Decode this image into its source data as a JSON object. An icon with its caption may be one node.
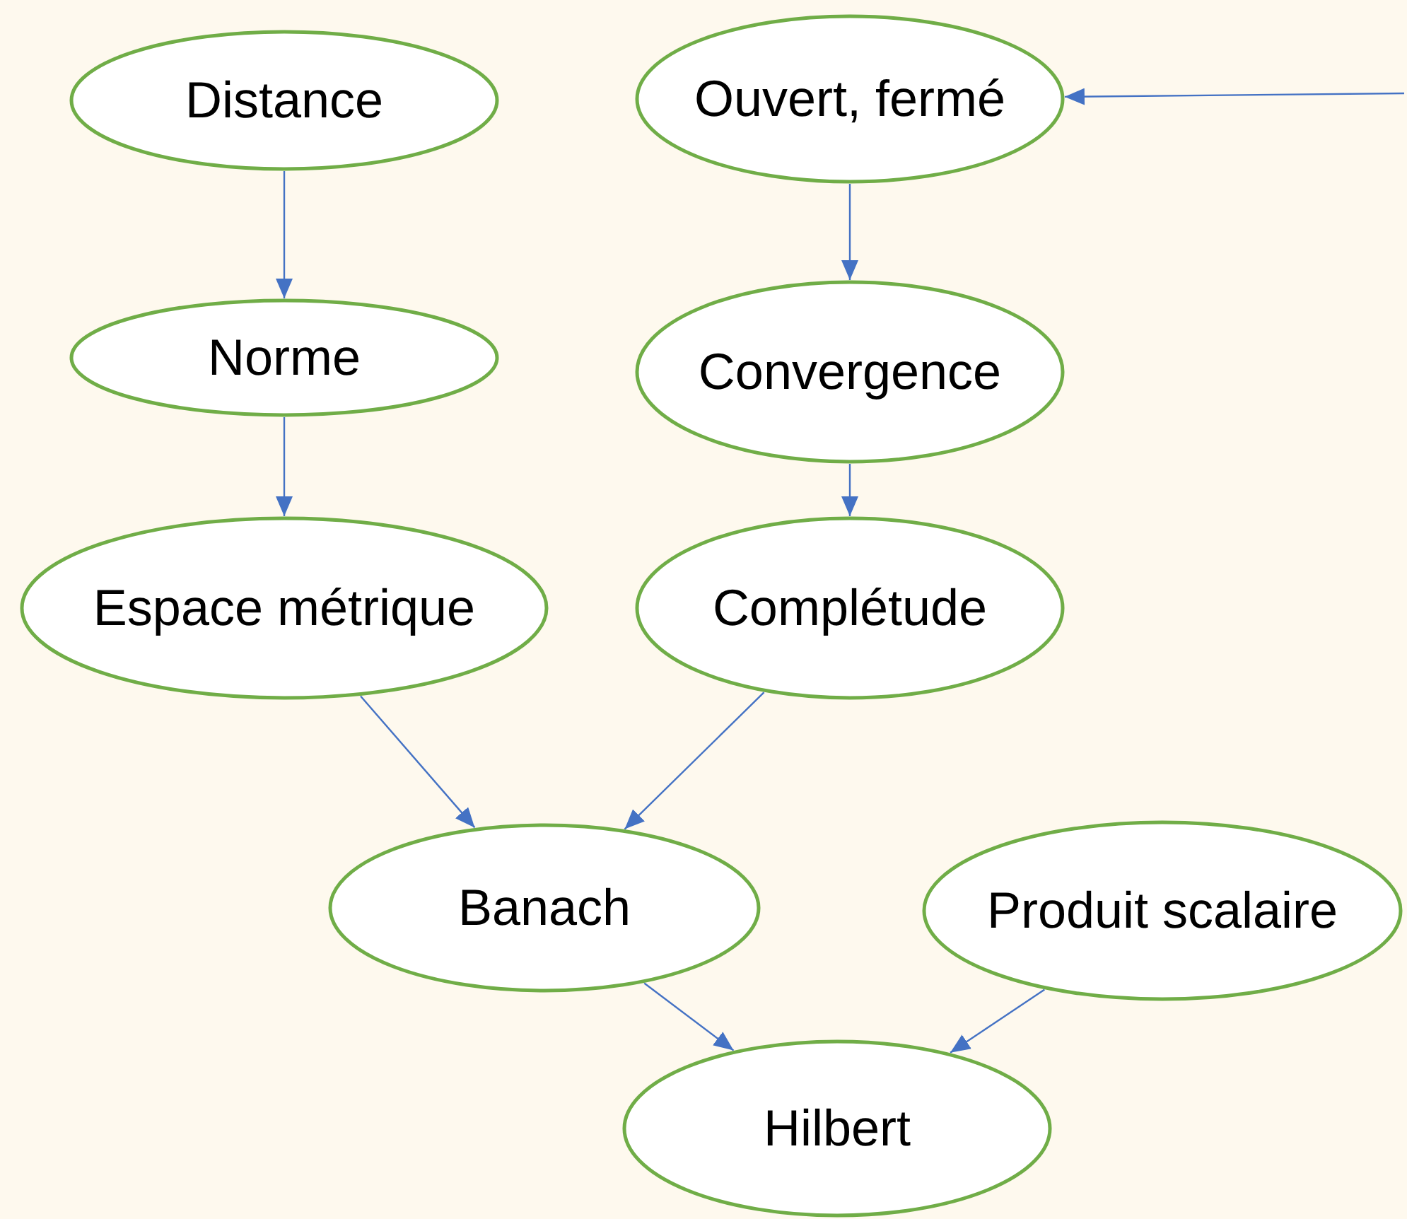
{
  "diagram": {
    "nodes": [
      {
        "text": [
          "Distance"
        ]
      },
      {
        "text": [
          "Ouvert, fermé"
        ]
      },
      {
        "text": [
          "Norme"
        ]
      },
      {
        "text": [
          "Convergence"
        ]
      },
      {
        "text": [
          "Espace métrique"
        ]
      },
      {
        "text": [
          "Complétude"
        ]
      },
      {
        "text": [
          "Banach"
        ]
      },
      {
        "text": [
          "Produit scalaire"
        ]
      },
      {
        "text": [
          "Hilbert"
        ]
      }
    ],
    "edges": [
      {
        "from": 0,
        "to": 2,
        "arrow": "to"
      },
      {
        "from": 2,
        "to": 4,
        "arrow": "to"
      },
      {
        "from": 1,
        "to": 3,
        "arrow": "to"
      },
      {
        "from": 3,
        "to": 5,
        "arrow": "to"
      },
      {
        "from": 4,
        "to": 6,
        "arrow": "to"
      },
      {
        "from": 5,
        "to": 6,
        "arrow": "to"
      },
      {
        "from": 6,
        "to": 8,
        "arrow": "to"
      },
      {
        "from": 7,
        "to": 8,
        "arrow": "to"
      },
      {
        "from": null,
        "to": 1,
        "arrow": "to"
      }
    ]
  }
}
